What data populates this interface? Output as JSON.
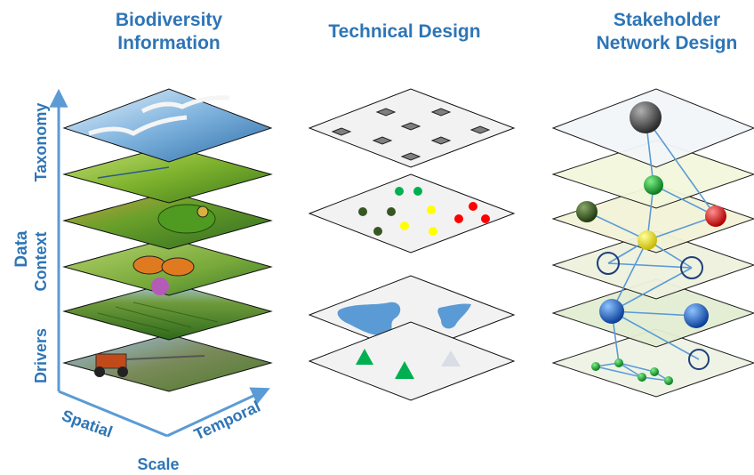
{
  "headers": {
    "biodiversity_line1": "Biodiversity",
    "biodiversity_line2": "Information",
    "technical": "Technical Design",
    "stakeholder_line1": "Stakeholder",
    "stakeholder_line2": "Network Design"
  },
  "axis": {
    "data": "Data",
    "taxonomy": "Taxonomy",
    "context": "Context",
    "drivers": "Drivers",
    "spatial": "Spatial",
    "temporal": "Temporal",
    "scale": "Scale"
  },
  "colors": {
    "accent": "#2E75B6",
    "line": "#5B9BD5"
  }
}
